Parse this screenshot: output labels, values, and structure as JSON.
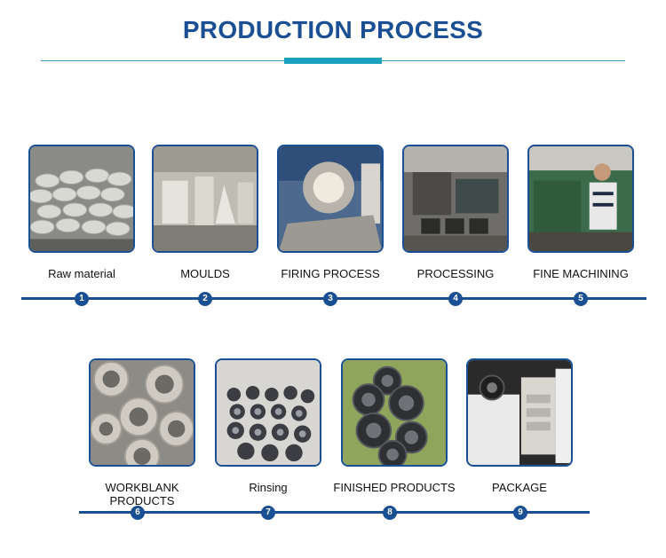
{
  "title": "PRODUCTION PROCESS",
  "steps": [
    {
      "number": "1",
      "label": "Raw material"
    },
    {
      "number": "2",
      "label": "MOULDS"
    },
    {
      "number": "3",
      "label": "FIRING PROCESS"
    },
    {
      "number": "4",
      "label": "PROCESSING"
    },
    {
      "number": "5",
      "label": "FINE MACHINING"
    },
    {
      "number": "6",
      "label": "WORKBLANK PRODUCTS"
    },
    {
      "number": "7",
      "label": "Rinsing"
    },
    {
      "number": "8",
      "label": "FINISHED PRODUCTS"
    },
    {
      "number": "9",
      "label": "PACKAGE"
    }
  ],
  "colors": {
    "primary": "#1b4f93",
    "accent": "#1ba0bd"
  }
}
